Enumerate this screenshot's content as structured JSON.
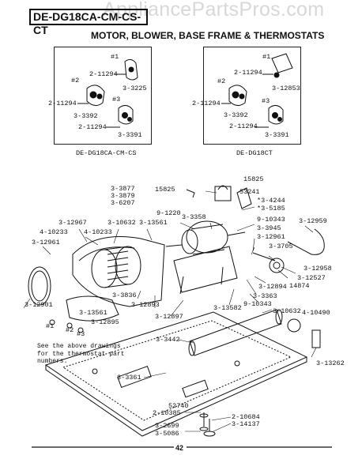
{
  "header": {
    "model_code": "DE-DG18CA-CM-CS-CT",
    "title": "MOTOR, BLOWER, BASE FRAME & THERMOSTATS",
    "watermark": "AppliancePartsPros.com"
  },
  "insets": {
    "left": {
      "caption": "DE-DG18CA-CM-CS",
      "labels": [
        "#1",
        "2-11294",
        "3-3225",
        "#2",
        "#3",
        "2-11294",
        "3-3392",
        "2-11294",
        "3-3391"
      ]
    },
    "right": {
      "caption": "DE-DG18CT",
      "labels": [
        "#1",
        "2-11294",
        "#2",
        "3-12853",
        "#3",
        "2-11294",
        "3-3392",
        "2-11294",
        "3-3391"
      ]
    }
  },
  "main_labels": {
    "l1": "15825",
    "l2": "15825",
    "l3": "53241",
    "l4": "3-3877",
    "l5": "3-3879",
    "l6": "3-6207",
    "l7": "*3-4244",
    "l8": "*3-5185",
    "l9": "9-1220",
    "l10": "3-3358",
    "l11": "9-10343",
    "l12": "3-3945",
    "l13": "3-12961",
    "l14": "3-3705",
    "l15": "3-12959",
    "l16": "3-12967",
    "l17": "3-10632",
    "l18": "3-13561",
    "l19": "4-10233",
    "l20": "4-10233",
    "l21": "3-12961",
    "l22": "3-12958",
    "l23": "3-12527",
    "l24": "14874",
    "l25": "3-12894",
    "l26": "3-3363",
    "l27": "9-10343",
    "l28": "3-13582",
    "l29": "3-10632",
    "l30": "4-10490",
    "l31": "3-3836",
    "l32": "3-12893",
    "l33": "3-12897",
    "l34": "3-12901",
    "l35": "3-13561",
    "l36": "3-12895",
    "l37": "#1",
    "l38": "#2",
    "l39": "#3",
    "l40": "3-3442",
    "l41": "3-13262",
    "l42": "3-3361",
    "l43": "52740",
    "l44": "2-10385",
    "l45": "2-10684",
    "l46": "3-2699",
    "l47": "3-14137",
    "l48": "3-5086"
  },
  "note": "See the above drawings\nfor the thermostat part\nnumbers.",
  "page_number": "42",
  "colors": {
    "ink": "#111111",
    "watermark": "#b9b9b9"
  }
}
